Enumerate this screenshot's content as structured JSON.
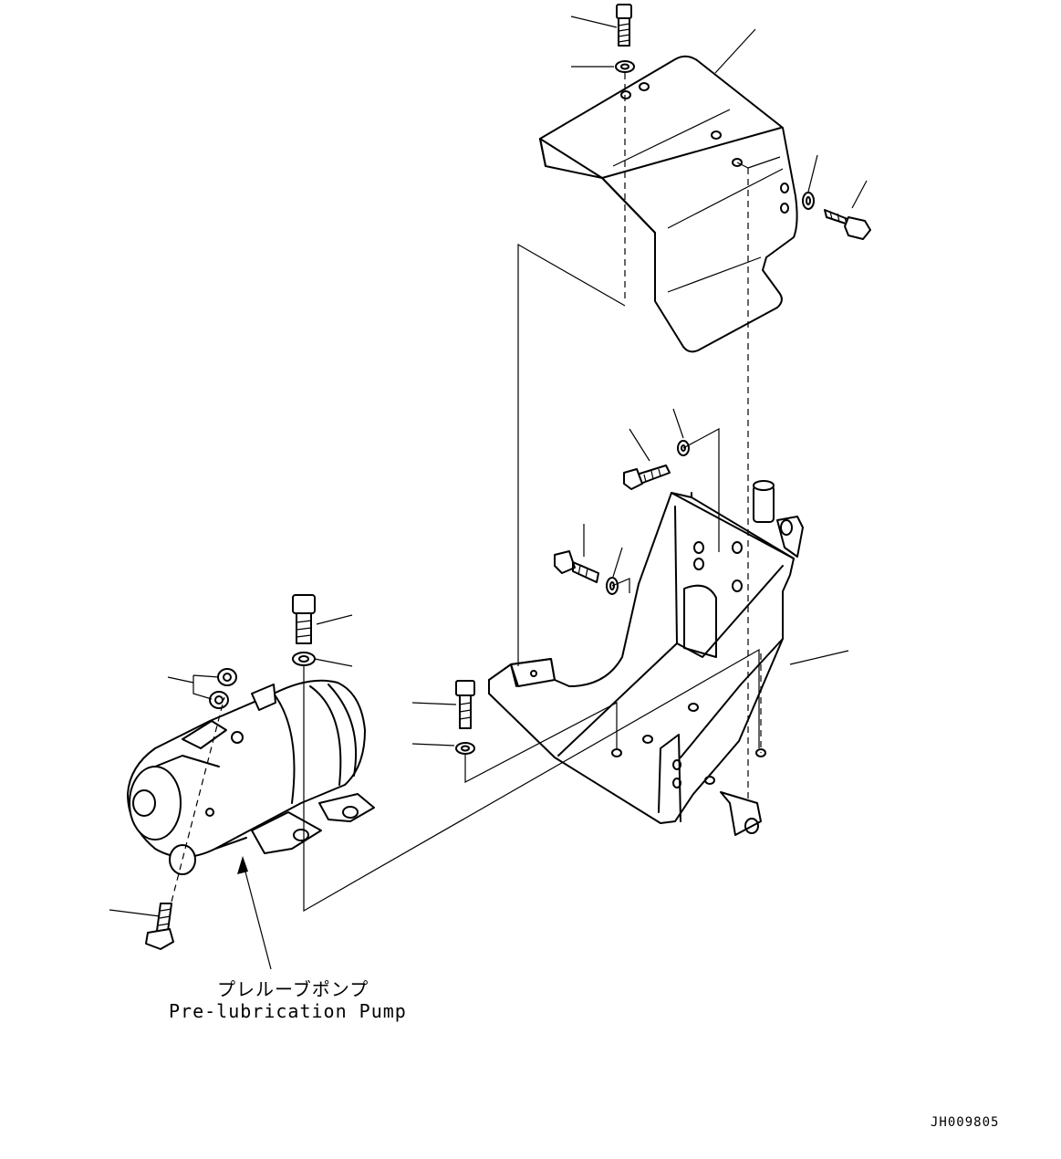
{
  "labels": {
    "pump_jp": "プレルーブポンプ",
    "pump_en": "Pre-lubrication Pump"
  },
  "drawing_code": "JH009805"
}
